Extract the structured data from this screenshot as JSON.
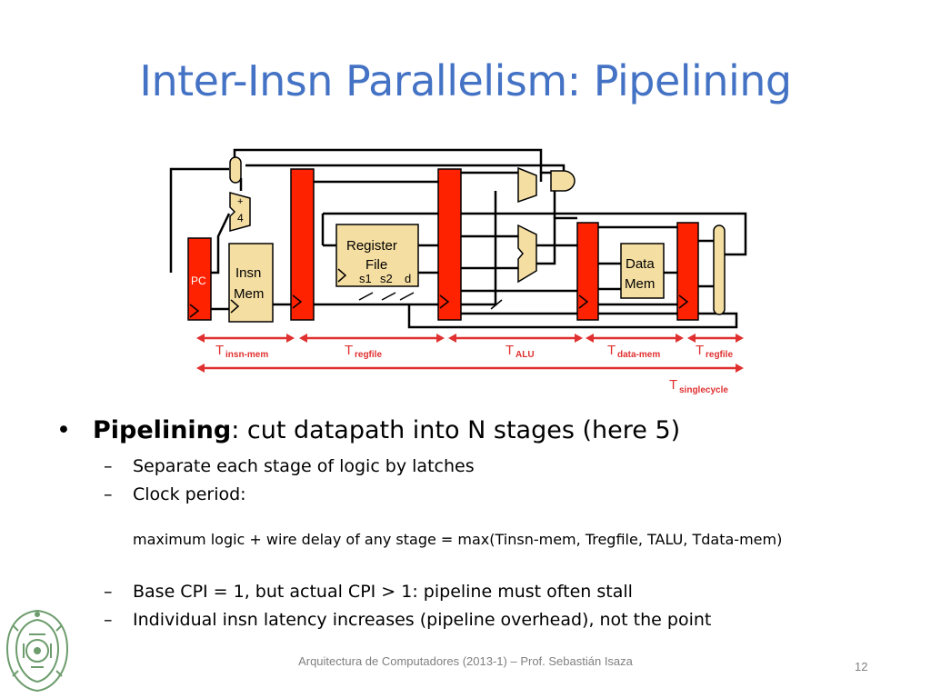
{
  "title": "Inter-Insn Parallelism: Pipelining",
  "diagram": {
    "labels": {
      "pc": "PC",
      "plus": "+",
      "four": "4",
      "insn_mem_1": "Insn",
      "insn_mem_2": "Mem",
      "regfile_1": "Register",
      "regfile_2": "File",
      "s1": "s1",
      "s2": "s2",
      "d": "d",
      "data_mem_1": "Data",
      "data_mem_2": "Mem"
    },
    "timing": {
      "t_insn_mem": "insn-mem",
      "t_regfile": "regfile",
      "t_alu": "ALU",
      "t_data_mem": "data-mem",
      "t_regfile2": "regfile",
      "t_singlecycle": "singlecycle",
      "T": "T"
    },
    "colors": {
      "latch": "#ff2200",
      "block": "#f5dea2",
      "arrow": "#e03030"
    }
  },
  "bullets": {
    "main_bold": "Pipelining",
    "main_rest": ": cut datapath into N stages (here 5)",
    "sub1": "Separate each stage of logic by latches",
    "sub2": "Clock period:",
    "formula": "maximum logic + wire delay of any stage = max(Tinsn-mem, Tregfile, TALU, Tdata-mem)",
    "sub3": "Base CPI = 1, but actual CPI > 1: pipeline must often stall",
    "sub4": "Individual insn latency increases (pipeline overhead), not the point",
    "dash": "–",
    "dot": "•"
  },
  "footer": {
    "text": "Arquitectura de Computadores (2013-1) – Prof. Sebastián Isaza",
    "page": "12"
  }
}
